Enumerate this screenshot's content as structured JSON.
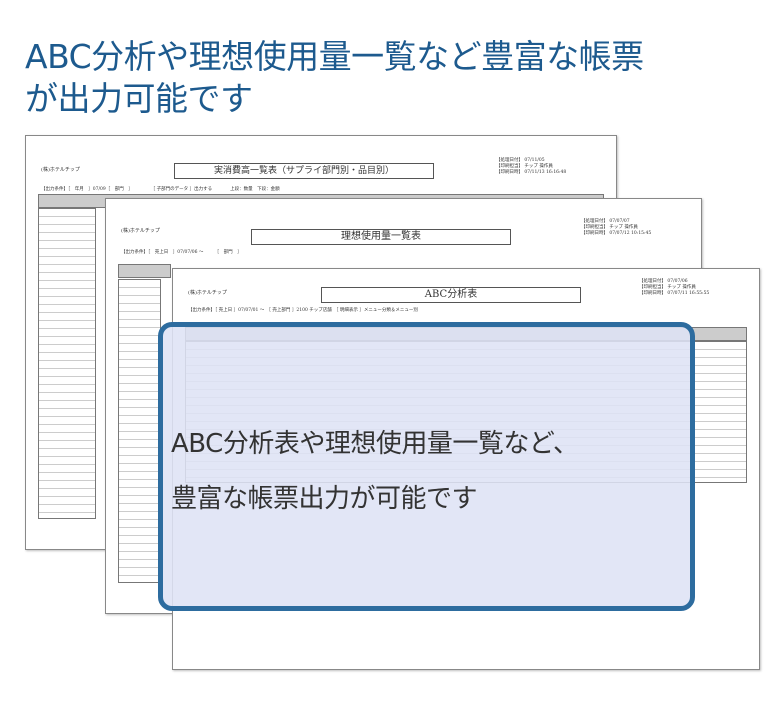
{
  "headline": {
    "line1": "ABC分析や理想使用量一覧など豊富な帳票",
    "line2": "が出力可能です"
  },
  "sheets": [
    {
      "company": "(株)ホテルチップ",
      "title": "実消費高一覧表（サプライ部門別・品目別）",
      "meta": [
        "【処理日付】 07/11/05",
        "【印刷担当】 チップ 操作員",
        "【印刷日時】 07/11/13 16:16:48"
      ],
      "cond": "【出力条件】［　年月　］07/09［　部門　］　　　　　［ 子部門のデータ ］出力する　　　　上段：数量　下段：金額"
    },
    {
      "company": "(株)ホテルチップ",
      "title": "理想使用量一覧表",
      "meta": [
        "【処理日付】 07/07/07",
        "【印刷担当】 チップ 操作員",
        "【印刷日時】 07/07/12 10:15:45"
      ],
      "cond": "【出力条件】［　売上日　］07/07/06 〜　　　［　部門　］"
    },
    {
      "company": "(株)ホテルチップ",
      "title": "ABC分析表",
      "meta": [
        "【処理日付】 07/07/06",
        "【印刷担当】 チップ 操作員",
        "【印刷日時】 07/07/11 16:55:55"
      ],
      "cond": "【出力条件】［ 売上日 ］07/07/01 〜　［ 売上部門 ］2100 チップ店舗　［ 明細表示 ］メニュー分類＆メニュー別"
    }
  ],
  "overlay": {
    "line1": "ABC分析表や理想使用量一覧など、",
    "line2": "豊富な帳票出力が可能です"
  }
}
